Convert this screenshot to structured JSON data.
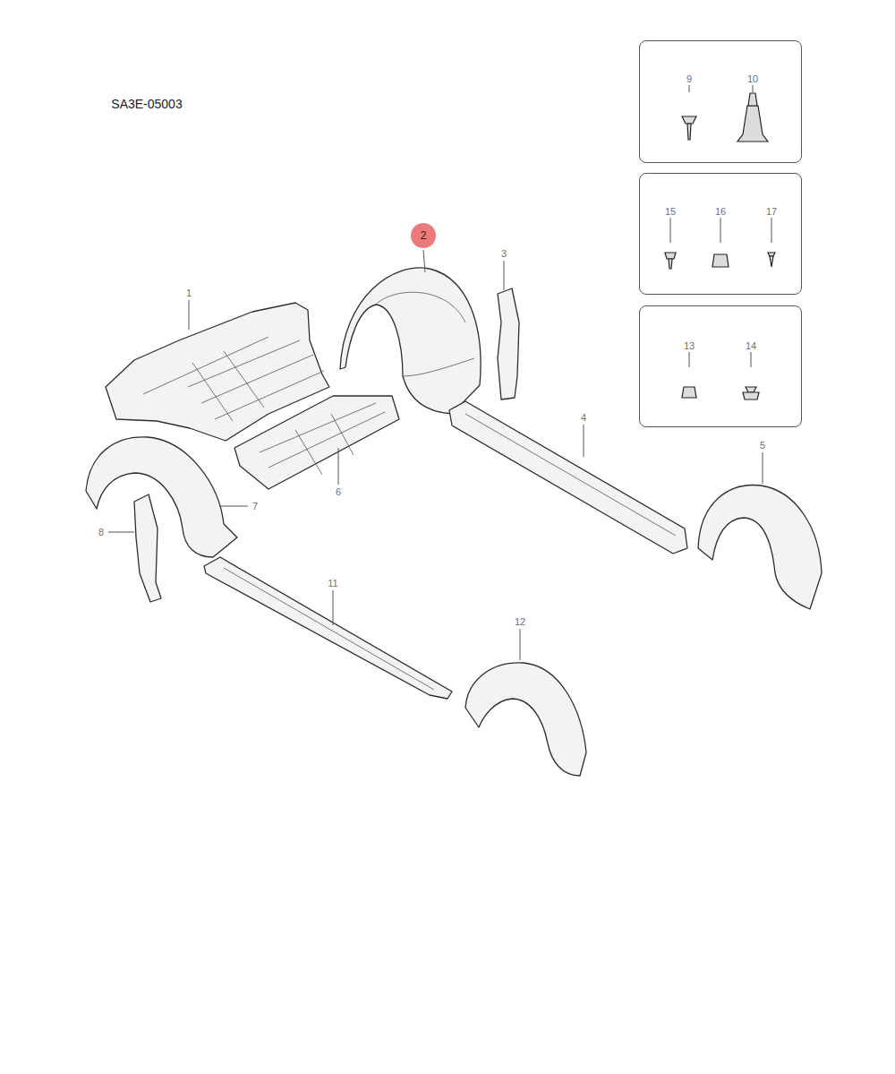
{
  "diagram": {
    "nodes": [
      {
        "text": [
          "2"
        ]
      },
      {
        "text": [
          "9",
          "10"
        ]
      },
      {
        "text": [
          "15",
          "16",
          "17"
        ]
      },
      {
        "text": [
          "13",
          "14"
        ]
      }
    ],
    "labels": [
      "SA3E-05003",
      "1",
      "3",
      "4",
      "5",
      "6",
      "7",
      "8",
      "11",
      "12"
    ]
  }
}
